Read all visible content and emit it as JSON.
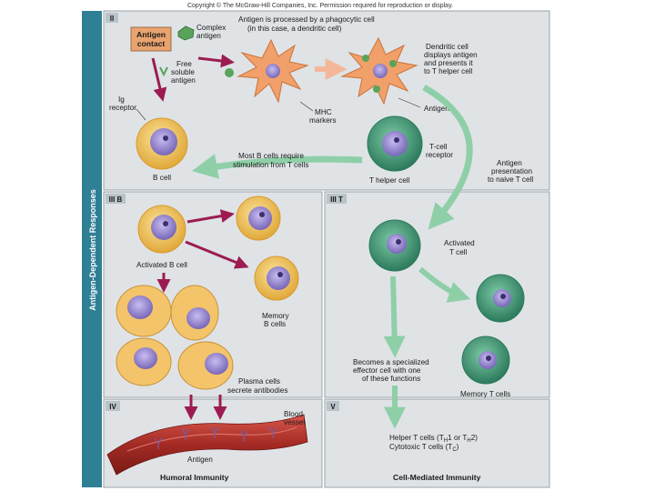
{
  "copyright": "Copyright © The McGraw-Hill Companies, Inc. Permission required for reproduction or display.",
  "sidebar_title": "Antigen-Dependent Responses",
  "panels": {
    "II": "II",
    "IIIB": "III B",
    "IIIT": "III T",
    "IV": "IV",
    "V": "V"
  },
  "labels": {
    "antigen_contact_1": "Antigen",
    "antigen_contact_2": "contact",
    "complex_antigen_1": "Complex",
    "complex_antigen_2": "antigen",
    "free_soluble_1": "Free",
    "free_soluble_2": "soluble",
    "free_soluble_3": "antigen",
    "processed_1": "Antigen is processed by a phagocytic cell",
    "processed_2": "(in this case, a dendritic cell)",
    "dendritic_1": "Dendritic cell",
    "dendritic_2": "displays antigen",
    "dendritic_3": "and presents it",
    "dendritic_4": "to T helper cell",
    "ig_receptor_1": "Ig",
    "ig_receptor_2": "receptor",
    "mhc_1": "MHC",
    "mhc_2": "markers",
    "antigen_marker": "Antigen",
    "tcell_receptor_1": "T-cell",
    "tcell_receptor_2": "receptor",
    "most_b_1": "Most B cells require",
    "most_b_2": "stimulation from T cells",
    "b_cell": "B cell",
    "t_helper": "T helper cell",
    "presentation_1": "Antigen",
    "presentation_2": "presentation",
    "presentation_3": "to naive T cell",
    "activated_b": "Activated B cell",
    "memory_b_1": "Memory",
    "memory_b_2": "B cells",
    "plasma_1": "Plasma cells",
    "plasma_2": "secrete antibodies",
    "activated_t_1": "Activated",
    "activated_t_2": "T cell",
    "becomes_1": "Becomes a specialized",
    "becomes_2": "effector cell with one",
    "becomes_3": "of these functions",
    "memory_t": "Memory T cells",
    "blood_1": "Blood",
    "blood_2": "vessel",
    "antigen_bottom": "Antigen",
    "humoral": "Humoral Immunity",
    "cell_mediated": "Cell-Mediated Immunity",
    "helper_t_1": "Helper T cells (T",
    "helper_t_sub1": "H",
    "helper_t_2": "1 or T",
    "helper_t_sub2": "H",
    "helper_t_3": "2)",
    "cytotoxic_1": "Cytotoxic T cells (T",
    "cytotoxic_sub": "C",
    "cytotoxic_2": ")"
  },
  "colors": {
    "sidebar": "#2f7f95",
    "panel_bg": "#dfe3e6",
    "panel_border": "#9aa3a8",
    "antigen_contact_box": "#e9a36f",
    "b_cell": "#f2c45c",
    "b_cell_rim": "#d99a2e",
    "nucleus": "#8a78c8",
    "t_cell": "#3f9a78",
    "t_cell_rim": "#2c7a5c",
    "dendritic": "#f2a06a",
    "plasma": "#f4c46a",
    "vessel": "#b6322c",
    "arrow_magenta": "#9c1c52",
    "arrow_green": "#8fcfa8",
    "arrow_orange": "#f4b79a",
    "antigen": "#5aa35a",
    "receptor": "#7a5a9a"
  }
}
